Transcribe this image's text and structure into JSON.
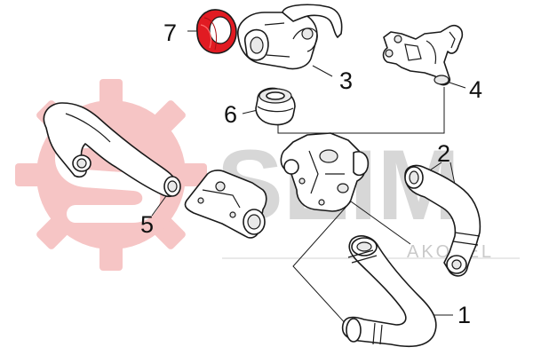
{
  "watermark": {
    "logo_text": "SEIM",
    "sub_text": "AKOBEL",
    "gear_color": "#f6c5c5",
    "text_color": "#d7d7d7"
  },
  "highlight_color": "#e11b22",
  "callouts": [
    {
      "id": "1",
      "label": "1"
    },
    {
      "id": "2",
      "label": "2"
    },
    {
      "id": "3",
      "label": "3"
    },
    {
      "id": "4",
      "label": "4"
    },
    {
      "id": "5",
      "label": "5"
    },
    {
      "id": "6",
      "label": "6"
    },
    {
      "id": "7",
      "label": "7"
    }
  ],
  "parts": [
    {
      "callout": "1",
      "icon": "hose-pipe-icon"
    },
    {
      "callout": "2",
      "icon": "hose-pipe-icon"
    },
    {
      "callout": "3",
      "icon": "valve-housing-icon"
    },
    {
      "callout": "4",
      "icon": "flange-pipe-icon"
    },
    {
      "callout": "5",
      "icon": "hose-pipe-icon"
    },
    {
      "callout": "6",
      "icon": "ring-gasket-icon"
    },
    {
      "callout": "7",
      "icon": "ring-gasket-icon",
      "highlighted": true
    }
  ]
}
